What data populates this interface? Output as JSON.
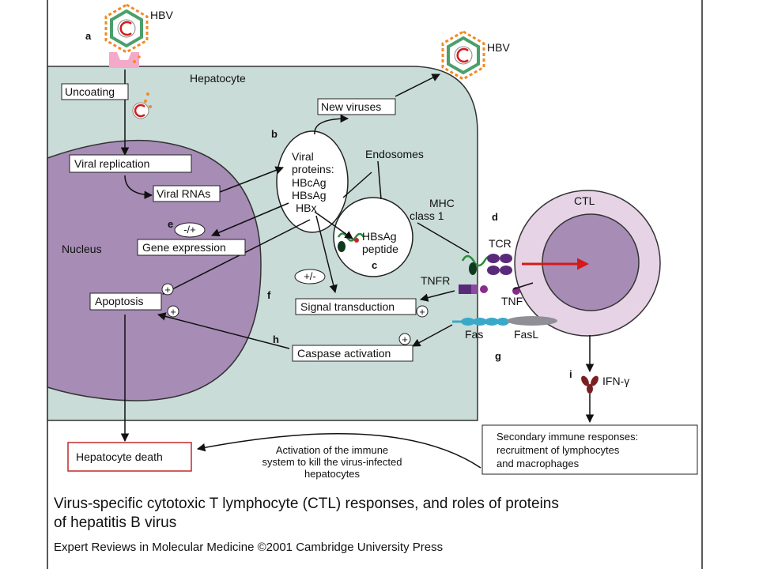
{
  "labels": {
    "hbv_top": "HBV",
    "hbv_right": "HBV",
    "hepatocyte": "Hepatocyte",
    "uncoating": "Uncoating",
    "viral_replication": "Viral replication",
    "viral_rnas": "Viral RNAs",
    "new_viruses": "New viruses",
    "viral_proteins": [
      "Viral",
      "proteins:",
      "HBcAg",
      "HBsAg",
      "HBx"
    ],
    "endosomes": "Endosomes",
    "mhc": [
      "MHC",
      "class 1"
    ],
    "hbsag_peptide": [
      "HBsAg",
      "peptide"
    ],
    "plus_minus_e": "-/+",
    "plus_minus_f": "+/-",
    "gene_expression": "Gene expression",
    "nucleus": "Nucleus",
    "apoptosis": "Apoptosis",
    "signal_transduction": "Signal transduction",
    "caspase_activation": "Caspase activation",
    "tcr": "TCR",
    "tnfr": "TNFR",
    "tnf": "TNF",
    "fas": "Fas",
    "fasl": "FasL",
    "ctl": "CTL",
    "ifn": "IFN-γ",
    "hepatocyte_death": "Hepatocyte death",
    "immune_activation": [
      "Activation of the immune",
      "system to kill the virus-infected",
      "hepatocytes"
    ],
    "secondary_responses": [
      "Secondary immune responses:",
      "recruitment of lymphocytes",
      "and macrophages"
    ],
    "plus": "+"
  },
  "letters": {
    "a": "a",
    "b": "b",
    "c": "c",
    "d": "d",
    "e": "e",
    "f": "f",
    "g": "g",
    "h": "h",
    "i": "i"
  },
  "caption": {
    "line1": "Virus-specific cytotoxic T lymphocyte (CTL) responses, and roles of proteins",
    "line2": "of hepatitis B virus",
    "credit": "Expert Reviews in Molecular Medicine ©2001 Cambridge University Press"
  },
  "colors": {
    "cell": "#c9dcd8",
    "nucleus": "#a78cb6",
    "ctl_outer": "#e6d4e6",
    "ctl_inner": "#a78cb6",
    "receptor_purple": "#5a2a7a",
    "fas_blue": "#3aa9c9",
    "fasl_gray": "#8f8f95",
    "red_arrow": "#d41a1a",
    "death_box": "#c0282d",
    "virus_orange": "#f08a24",
    "virus_green": "#4aa06a",
    "entry_pink": "#f4a9c8",
    "ifn_brown": "#7a2020",
    "peptide_green": "#2e8a3e"
  }
}
